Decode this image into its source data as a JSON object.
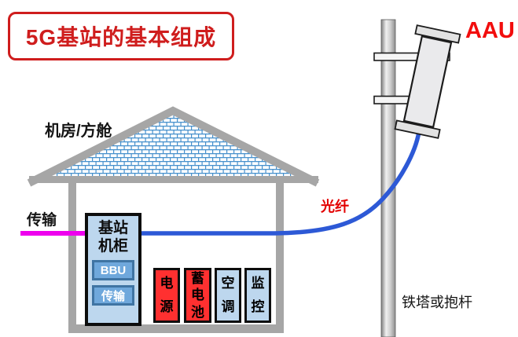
{
  "title": "5G基站的基本组成",
  "house": {
    "label": "机房/方舱",
    "cabinet": {
      "label": "基站\n机柜",
      "modules": [
        {
          "label": "BBU"
        },
        {
          "label": "传输"
        }
      ]
    },
    "equipment": [
      {
        "type": "power",
        "label": "电\n源"
      },
      {
        "type": "battery",
        "label": "蓄\n电\n池"
      },
      {
        "type": "ac",
        "label": "空\n调"
      },
      {
        "type": "monitor",
        "label": "监\n控"
      }
    ]
  },
  "connections": {
    "transmission_label": "传输",
    "fiber_label": "光纤"
  },
  "tower": {
    "aau_label": "AAU",
    "pole_label": "铁塔或抱杆"
  },
  "colors": {
    "accent_red": "#cf1d1d",
    "bright_red": "#f20d0d",
    "fiber_label_red": "#e30000",
    "magenta_line": "#ee00ee",
    "fiber_blue": "#2d59d6",
    "cabinet_blue": "#bdd7ee",
    "module_blue": "#6fa8dc",
    "module_border_blue": "#3f74a3",
    "equipment_red": "#ff3030",
    "structure_gray": "#a6a6a6",
    "brick_line_blue": "#4690cc"
  }
}
